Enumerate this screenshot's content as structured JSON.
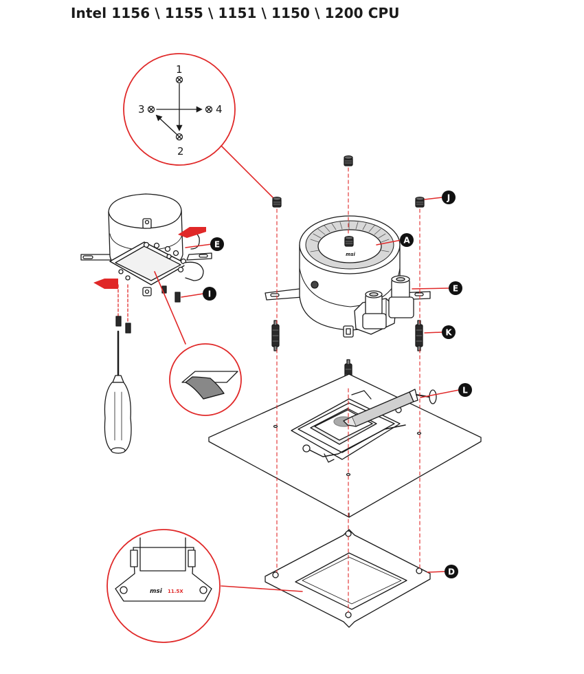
{
  "title": "Intel 1156 \\ 1155 \\ 1151 \\ 1150 \\ 1200 CPU",
  "screw_sequence": [
    "1",
    "2",
    "3",
    "4"
  ],
  "callouts": [
    "A",
    "D",
    "E",
    "E",
    "I",
    "J",
    "K",
    "L"
  ],
  "backplate_brand": "msi",
  "backplate_marking": "11.5X",
  "colors": {
    "accent": "#e02828",
    "ink": "#1a1a1a",
    "callout_bg": "#111111"
  }
}
